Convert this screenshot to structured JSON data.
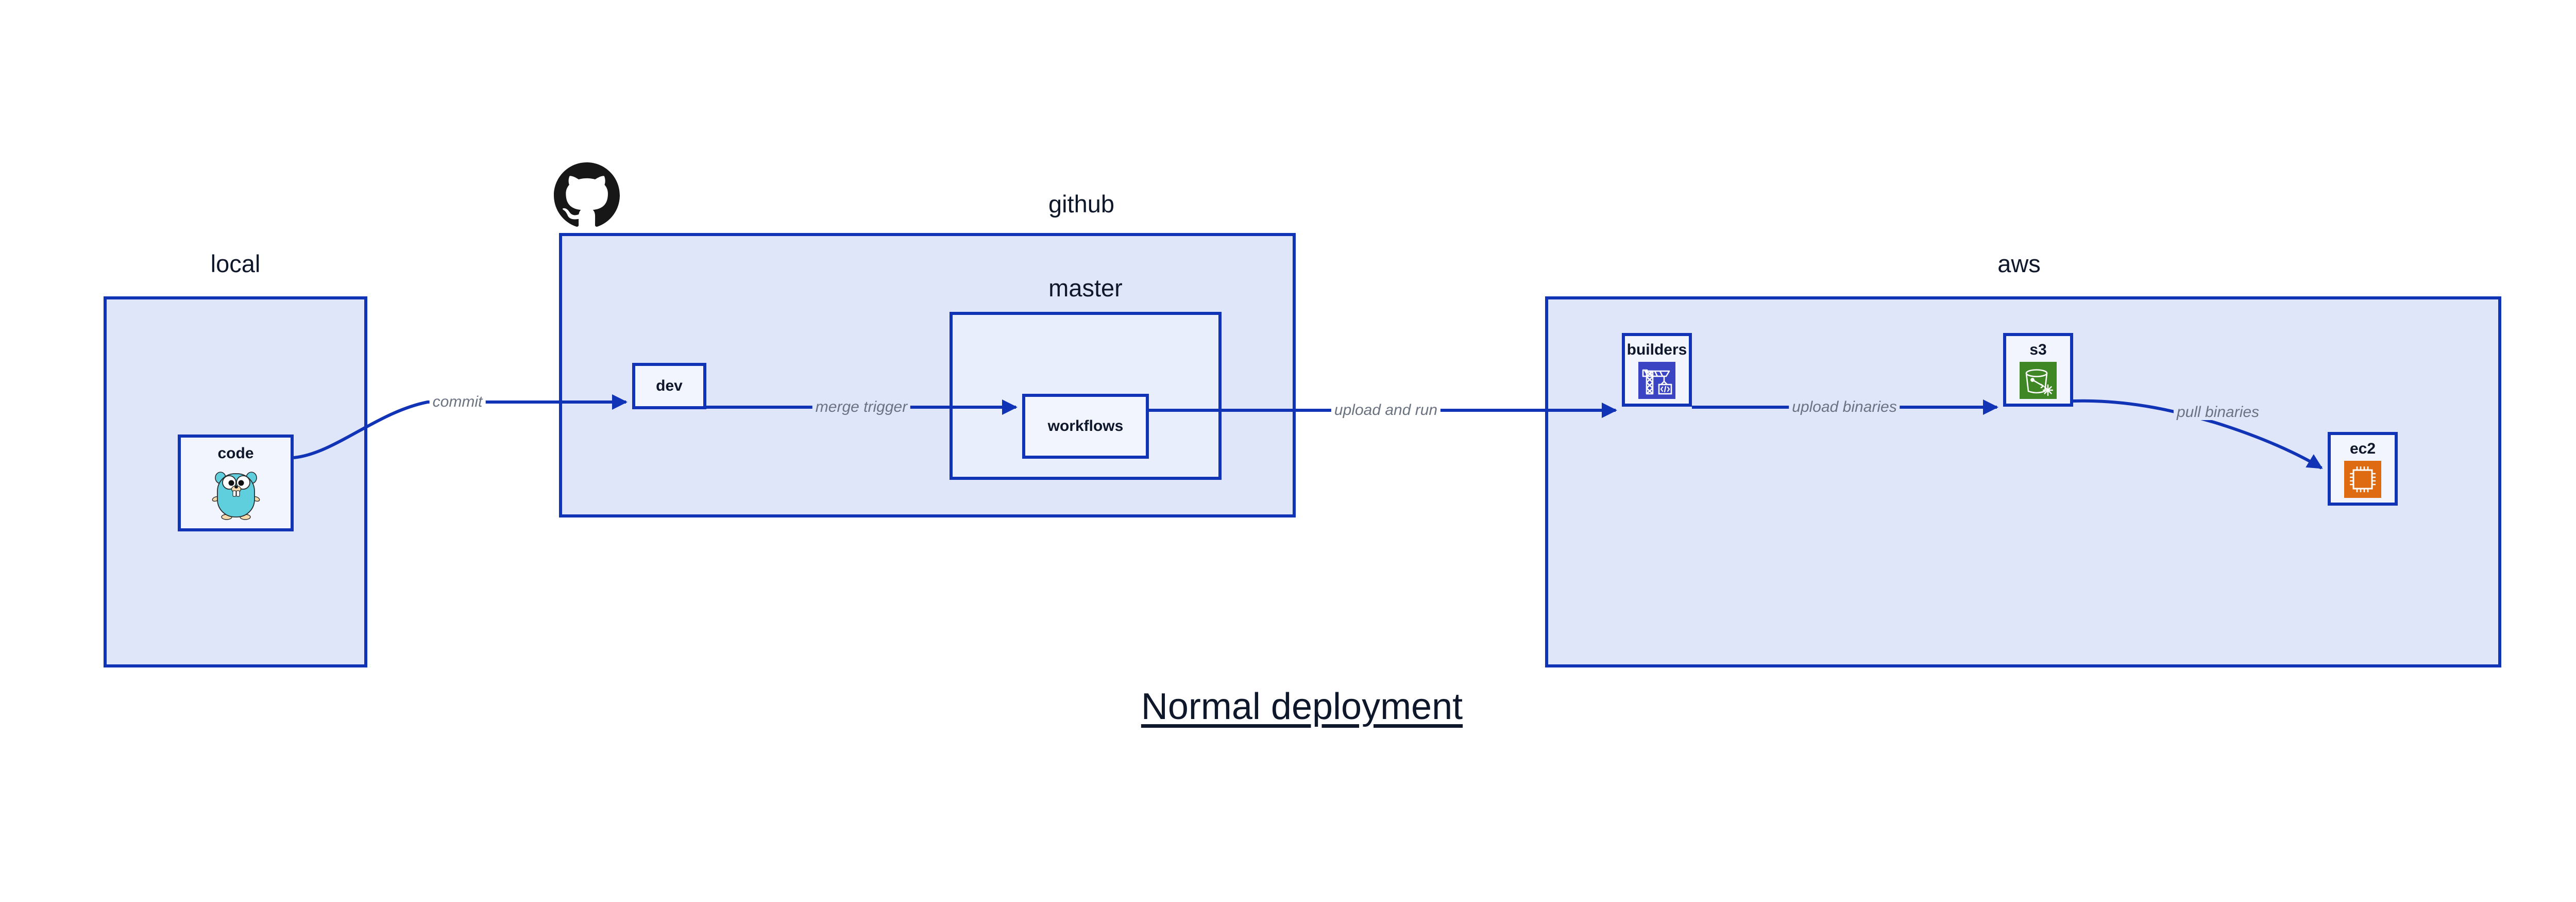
{
  "diagram": {
    "title": "Normal deployment",
    "colors": {
      "border": "#1133b5",
      "group_fill": "#e0e6fa",
      "inner_group_fill": "#e9eefc",
      "node_fill": "#f2f5fd",
      "label_text": "#0f172a",
      "edge_label_text": "#6b7280",
      "builders_icon_bg": "#3b45c4",
      "s3_icon_bg": "#3f8624",
      "ec2_icon_bg": "#de6a11",
      "gopher_body": "#5fcfdd",
      "github_logo": "#181717"
    },
    "groups": [
      {
        "id": "local",
        "label": "local"
      },
      {
        "id": "github",
        "label": "github"
      },
      {
        "id": "master",
        "label": "master"
      },
      {
        "id": "aws",
        "label": "aws"
      }
    ],
    "nodes": [
      {
        "id": "code",
        "label": "code",
        "icon": "go-gopher-icon"
      },
      {
        "id": "dev",
        "label": "dev",
        "icon": "none"
      },
      {
        "id": "workflows",
        "label": "workflows",
        "icon": "none"
      },
      {
        "id": "builders",
        "label": "builders",
        "icon": "aws-codebuild-crane-icon"
      },
      {
        "id": "s3",
        "label": "s3",
        "icon": "aws-s3-bucket-icon"
      },
      {
        "id": "ec2",
        "label": "ec2",
        "icon": "aws-ec2-chip-icon"
      }
    ],
    "edges": [
      {
        "id": "commit",
        "from": "code",
        "to": "dev",
        "label": "commit"
      },
      {
        "id": "merge-trigger",
        "from": "dev",
        "to": "workflows",
        "label": "merge trigger"
      },
      {
        "id": "upload-and-run",
        "from": "workflows",
        "to": "builders",
        "label": "upload and run"
      },
      {
        "id": "upload-binaries",
        "from": "builders",
        "to": "s3",
        "label": "upload binaries"
      },
      {
        "id": "pull-binaries",
        "from": "s3",
        "to": "ec2",
        "label": "pull binaries"
      }
    ],
    "logos": [
      {
        "id": "github-logo",
        "name": "github-octocat-logo"
      }
    ]
  }
}
